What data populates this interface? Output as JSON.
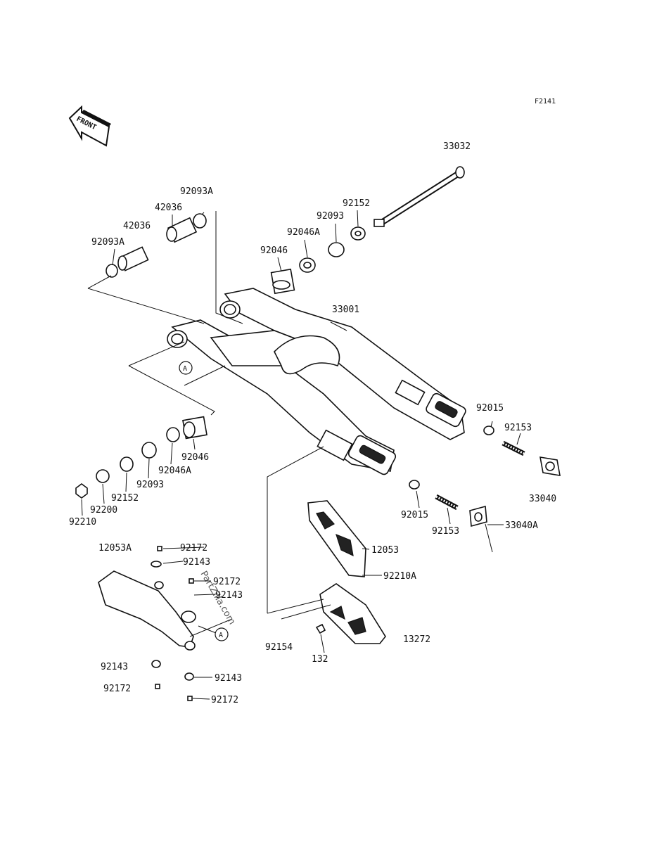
{
  "figure_code": "F2141",
  "front_arrow_label": "FRONT",
  "reference_mark": "A",
  "watermark": "PartZilla.com",
  "parts": [
    {
      "id": "p-33032",
      "number": "33032"
    },
    {
      "id": "p-92093A-top",
      "number": "92093A"
    },
    {
      "id": "p-42036-top",
      "number": "42036"
    },
    {
      "id": "p-42036-left",
      "number": "42036"
    },
    {
      "id": "p-92093A-left",
      "number": "92093A"
    },
    {
      "id": "p-92152-top",
      "number": "92152"
    },
    {
      "id": "p-92093-top",
      "number": "92093"
    },
    {
      "id": "p-92046A-top",
      "number": "92046A"
    },
    {
      "id": "p-92046-top",
      "number": "92046"
    },
    {
      "id": "p-33001",
      "number": "33001"
    },
    {
      "id": "p-92015-right",
      "number": "92015"
    },
    {
      "id": "p-92153-right",
      "number": "92153"
    },
    {
      "id": "p-33040",
      "number": "33040"
    },
    {
      "id": "p-92046-bottom",
      "number": "92046"
    },
    {
      "id": "p-92046A-bottom",
      "number": "92046A"
    },
    {
      "id": "p-92093-bottom",
      "number": "92093"
    },
    {
      "id": "p-92152-bottom",
      "number": "92152"
    },
    {
      "id": "p-92200",
      "number": "92200"
    },
    {
      "id": "p-92210",
      "number": "92210"
    },
    {
      "id": "p-92015-lower",
      "number": "92015"
    },
    {
      "id": "p-92153-lower",
      "number": "92153"
    },
    {
      "id": "p-33040A",
      "number": "33040A"
    },
    {
      "id": "p-12053A",
      "number": "12053A"
    },
    {
      "id": "p-92172-a",
      "number": "92172"
    },
    {
      "id": "p-92143-a",
      "number": "92143"
    },
    {
      "id": "p-92172-b",
      "number": "92172"
    },
    {
      "id": "p-92143-b",
      "number": "92143"
    },
    {
      "id": "p-12053",
      "number": "12053"
    },
    {
      "id": "p-92210A",
      "number": "92210A"
    },
    {
      "id": "p-13272",
      "number": "13272"
    },
    {
      "id": "p-92154",
      "number": "92154"
    },
    {
      "id": "p-132",
      "number": "132"
    },
    {
      "id": "p-92143-c",
      "number": "92143"
    },
    {
      "id": "p-92143-d",
      "number": "92143"
    },
    {
      "id": "p-92172-c",
      "number": "92172"
    },
    {
      "id": "p-92172-d",
      "number": "92172"
    }
  ]
}
